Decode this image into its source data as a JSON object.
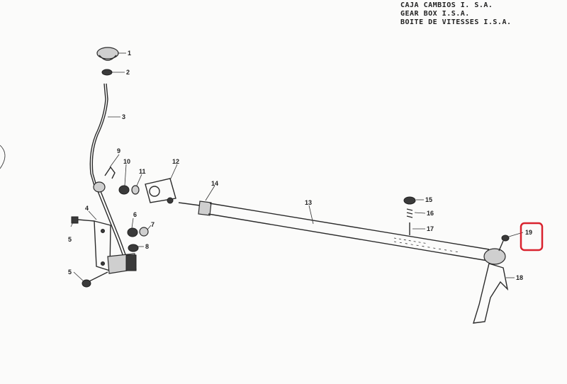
{
  "header": {
    "line1": "CAJA  CAMBIOS  I. S.A.",
    "line2": "GEAR   BOX  I.S.A.",
    "line3": "BOITE  DE  VITESSES  I.S.A."
  },
  "callouts": {
    "p1": "1",
    "p2": "2",
    "p3": "3",
    "p4": "4",
    "p5a": "5",
    "p5b": "5",
    "p6": "6",
    "p7": "7",
    "p8": "8",
    "p9": "9",
    "p10": "10",
    "p11": "11",
    "p12": "12",
    "p13": "13",
    "p14": "14",
    "p15": "15",
    "p16": "16",
    "p17": "17",
    "p18": "18",
    "p19": "19"
  },
  "highlight": {
    "target": "19",
    "color": "#d9232e"
  }
}
